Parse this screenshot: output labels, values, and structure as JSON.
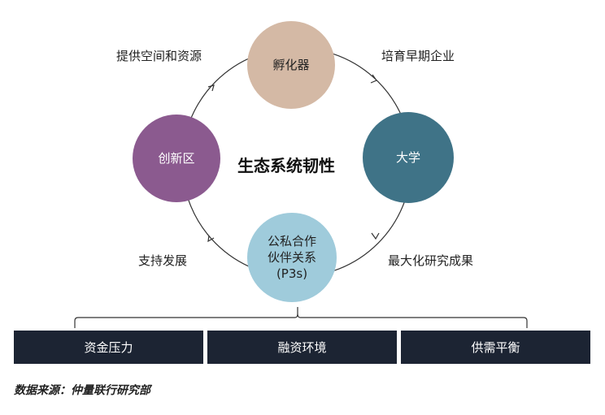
{
  "diagram": {
    "center_title": "生态系统韧性",
    "nodes": {
      "incubator": "孵化器",
      "university": "大学",
      "innovation_zone": "创新区",
      "p3s": "公私合作\n伙伴关系\n(P3s)"
    },
    "edge_labels": {
      "provide": "提供空间和资源",
      "cultivate": "培育早期企业",
      "support": "支持发展",
      "maximize": "最大化研究成果"
    },
    "bars": [
      "资金压力",
      "融资环境",
      "供需平衡"
    ],
    "source": "数据来源：仲量联行研究部"
  },
  "colors": {
    "incubator": "#d4b9a5",
    "university": "#3f7387",
    "innovation_zone": "#8b5a8f",
    "p3s": "#9fcbdb",
    "bar": "#1c2433"
  }
}
